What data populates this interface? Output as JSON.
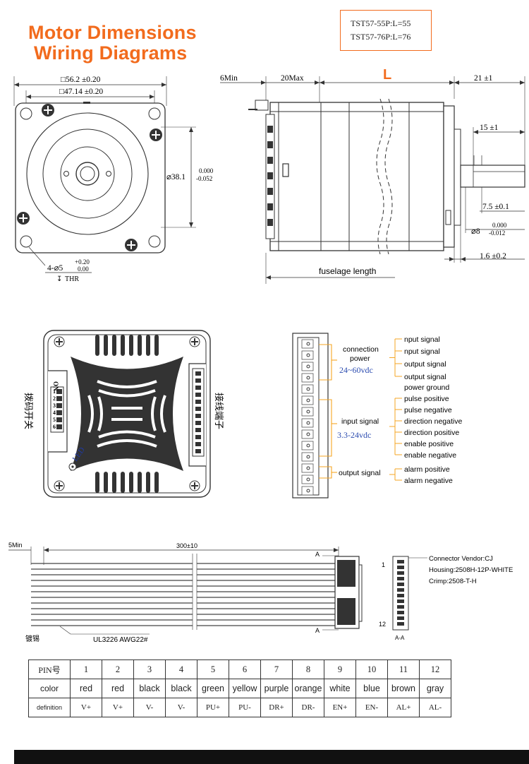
{
  "header": {
    "title_line1": "Motor Dimensions",
    "title_line2": "Wiring Diagrams",
    "models": [
      "TST57-55P:L=55",
      "TST57-76P:L=76"
    ],
    "accent_color": "#f26b1d"
  },
  "front_view": {
    "dim_outer": "□56.2 ±0.20",
    "dim_hole_pitch": "□47.14 ±0.20",
    "dim_boss": "⌀38.1",
    "dim_boss_tol_upper": "0.000",
    "dim_boss_tol_lower": "-0.052",
    "holes_label": "4-⌀5",
    "holes_tol_upper": "+0.20",
    "holes_tol_lower": "0.00",
    "holes_depth": "THR"
  },
  "side_view": {
    "dim_min": "6Min",
    "dim_max": "20Max",
    "dim_length": "L",
    "dim_shaft_total": "21 ±1",
    "dim_shaft_flat": "15 ±1",
    "dim_flat_depth": "7.5 ±0.1",
    "dim_shaft_dia": "⌀8",
    "dim_shaft_tol_upper": "0.000",
    "dim_shaft_tol_lower": "-0.012",
    "dim_boss_height": "1.6 ±0.2",
    "fuselage_label": "fuselage length"
  },
  "driver_view": {
    "dip_label": "拨码开关",
    "dip_on": "ON",
    "dip_numbers": [
      "1",
      "2",
      "3",
      "4",
      "5",
      "6"
    ],
    "terminal_label": "接线端子",
    "led_label": "LED"
  },
  "terminal_diagram": {
    "group_power_line1": "connection",
    "group_power_line2": "power",
    "power_voltage": "24~60vdc",
    "group_input": "input signal",
    "input_voltage": "3.3-24vdc",
    "group_output": "output signal",
    "pins": [
      "nput signal",
      "nput signal",
      "output signal",
      "output signal",
      "power ground",
      "pulse positive",
      "pulse negative",
      "direction negative",
      "direction positive",
      "enable positive",
      "enable negative",
      "alarm positive",
      "alarm negative"
    ]
  },
  "cable_diagram": {
    "dim_min": "5Min",
    "dim_length": "300±10",
    "section_marker": "A",
    "wire_spec": "UL3226 AWG22#",
    "tin_label": "镀锡",
    "pin_first": "1",
    "pin_last": "12",
    "section_label": "A-A",
    "connector_vendor": "Connector Vendor:CJ",
    "housing": "Housing:2508H-12P-WHITE",
    "crimp": "Crimp:2508-T-H"
  },
  "pin_table": {
    "header_pin": "PIN号",
    "header_color": "color",
    "header_definition": "definition",
    "pins": [
      "1",
      "2",
      "3",
      "4",
      "5",
      "6",
      "7",
      "8",
      "9",
      "10",
      "11",
      "12"
    ],
    "colors": [
      "red",
      "red",
      "black",
      "black",
      "green",
      "yellow",
      "purple",
      "orange",
      "white",
      "blue",
      "brown",
      "gray"
    ],
    "definitions": [
      "V+",
      "V+",
      "V-",
      "V-",
      "PU+",
      "PU-",
      "DR+",
      "DR-",
      "EN+",
      "EN-",
      "AL+",
      "AL-"
    ]
  }
}
